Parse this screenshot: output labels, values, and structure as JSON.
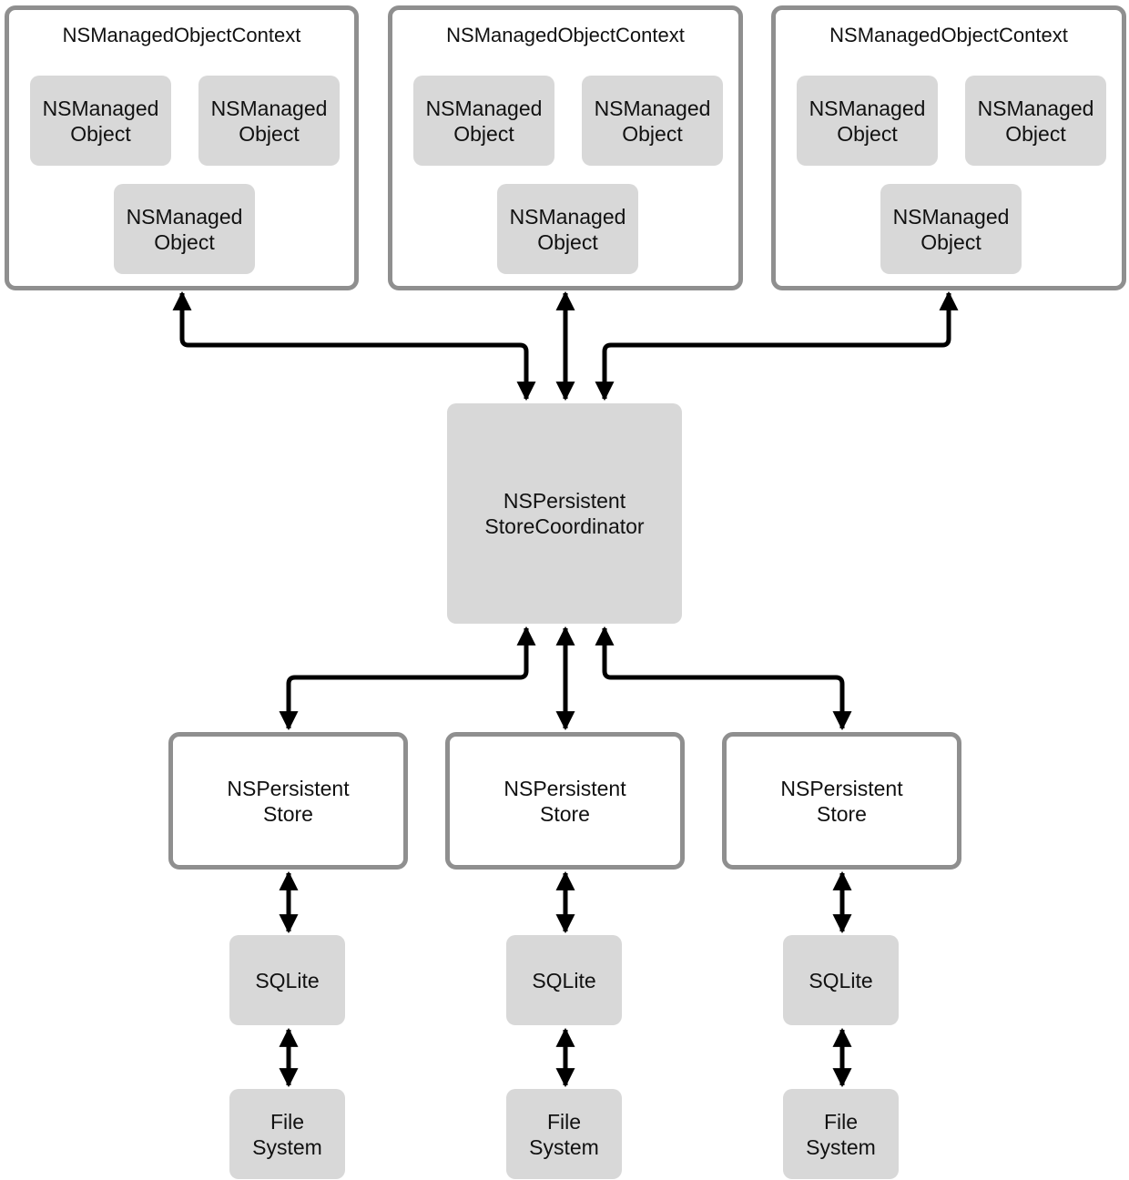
{
  "contexts": [
    {
      "title": "NSManagedObjectContext",
      "objects": [
        "NSManaged\nObject",
        "NSManaged\nObject",
        "NSManaged\nObject"
      ]
    },
    {
      "title": "NSManagedObjectContext",
      "objects": [
        "NSManaged\nObject",
        "NSManaged\nObject",
        "NSManaged\nObject"
      ]
    },
    {
      "title": "NSManagedObjectContext",
      "objects": [
        "NSManaged\nObject",
        "NSManaged\nObject",
        "NSManaged\nObject"
      ]
    }
  ],
  "coordinator": {
    "label": "NSPersistent\nStoreCoordinator"
  },
  "stores": [
    {
      "label": "NSPersistent\nStore",
      "backend": "SQLite",
      "storage": "File\nSystem"
    },
    {
      "label": "NSPersistent\nStore",
      "backend": "SQLite",
      "storage": "File\nSystem"
    },
    {
      "label": "NSPersistent\nStore",
      "backend": "SQLite",
      "storage": "File\nSystem"
    }
  ],
  "colors": {
    "box_fill": "#d8d8d8",
    "box_border": "#8f8f8f",
    "arrow": "#000000"
  }
}
